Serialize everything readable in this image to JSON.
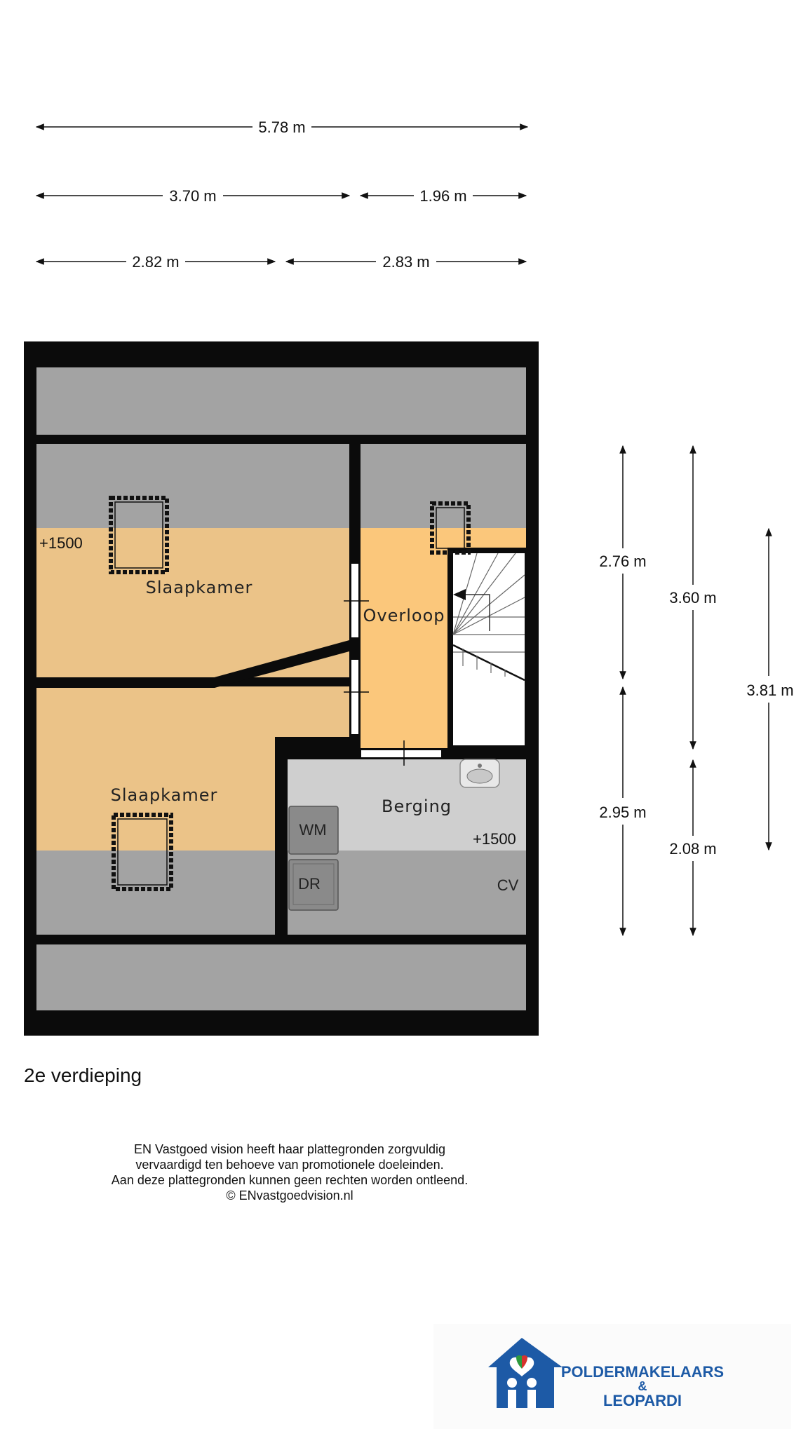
{
  "dimensions_top": {
    "total": "5.78 m",
    "row2_left": "3.70 m",
    "row2_right": "1.96 m",
    "row3_left": "2.82 m",
    "row3_right": "2.83 m"
  },
  "dimensions_right": {
    "upper_short": "2.76 m",
    "lower_short": "2.95 m",
    "upper_mid": "3.60 m",
    "lower_mid": "2.08 m",
    "full": "3.81 m"
  },
  "rooms": {
    "bedroom_top": "Slaapkamer",
    "bedroom_bottom": "Slaapkamer",
    "landing": "Overloop",
    "storage": "Berging"
  },
  "annotations": {
    "height_left": "+1500",
    "height_right": "+1500",
    "washer": "WM",
    "dryer": "DR",
    "boiler": "CV"
  },
  "floor_title": "2e verdieping",
  "disclaimer": [
    "EN Vastgoed vision heeft haar plattegronden zorgvuldig",
    "vervaardigd ten behoeve van promotionele doeleinden.",
    "Aan deze plattegronden kunnen geen rechten worden ontleend.",
    "© ENvastgoedvision.nl"
  ],
  "logo": {
    "line1": "POLDERMAKELAARS",
    "line2": "&",
    "line3": "LEOPARDI"
  },
  "colors": {
    "wall": "#0b0b0b",
    "low_ceiling": "#a3a3a3",
    "bedroom": "#ebc388",
    "landing": "#fbc77b",
    "storage": "#cfcfcf",
    "logo_blue": "#1d5aa6"
  }
}
